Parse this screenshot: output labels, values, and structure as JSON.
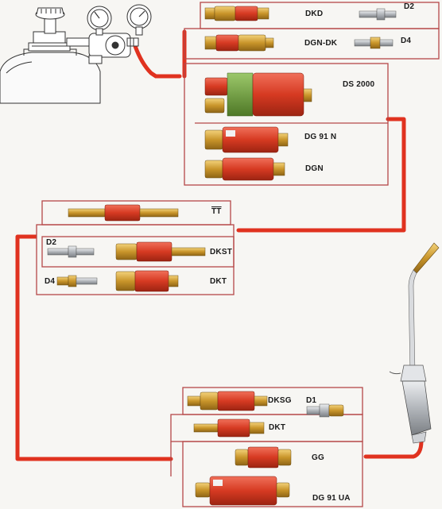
{
  "labels": {
    "dkd": "DKD",
    "d2_top": "D2",
    "dgn_dk": "DGN-DK",
    "d4_top": "D4",
    "ds2000": "DS 2000",
    "dg91n": "DG 91 N",
    "dgn": "DGN",
    "tt": "TT",
    "d2_mid": "D2",
    "dkst": "DKST",
    "d4_mid": "D4",
    "dkt_mid": "DKT",
    "dksg": "DKSG",
    "d1": "D1",
    "dkt_bottom": "DKT",
    "gg": "GG",
    "dg91ua": "DG 91 UA"
  },
  "colors": {
    "hose": "#e0321f",
    "box_border": "#b64848",
    "brass": "#d6a434",
    "red_body": "#d63a22",
    "steel": "#b9bcc0",
    "green": "#6f9a3a"
  }
}
